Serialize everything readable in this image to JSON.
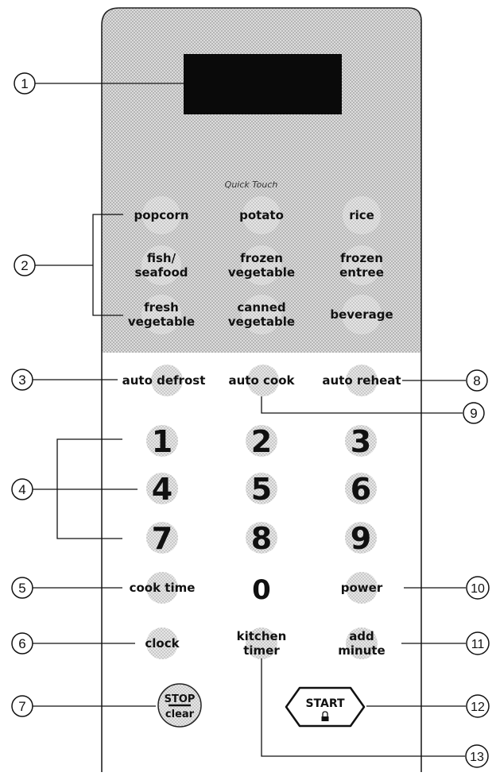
{
  "panel": {
    "quick_touch_label": "Quick Touch",
    "colors": {
      "panel_top": "#d3d3d3",
      "panel_bottom": "#ffffff",
      "display": "#0a0a0a",
      "button": "#d9d9d9",
      "ink": "#111111"
    }
  },
  "quick_touch_buttons": [
    {
      "lines": [
        "popcorn"
      ]
    },
    {
      "lines": [
        "potato"
      ]
    },
    {
      "lines": [
        "rice"
      ]
    },
    {
      "lines": [
        "fish/",
        "seafood"
      ]
    },
    {
      "lines": [
        "frozen",
        "vegetable"
      ]
    },
    {
      "lines": [
        "frozen",
        "entree"
      ]
    },
    {
      "lines": [
        "fresh",
        "vegetable"
      ]
    },
    {
      "lines": [
        "canned",
        "vegetable"
      ]
    },
    {
      "lines": [
        "beverage"
      ]
    }
  ],
  "auto_buttons": [
    {
      "lines": [
        "auto defrost"
      ]
    },
    {
      "lines": [
        "auto cook"
      ]
    },
    {
      "lines": [
        "auto reheat"
      ]
    }
  ],
  "number_pad": [
    "1",
    "2",
    "3",
    "4",
    "5",
    "6",
    "7",
    "8",
    "9",
    "0"
  ],
  "function_buttons": {
    "cook_time": [
      "cook time"
    ],
    "power": [
      "power"
    ],
    "clock": [
      "clock"
    ],
    "kitchen_timer": [
      "kitchen",
      "timer"
    ],
    "add_minute": [
      "add",
      "minute"
    ],
    "stop_clear": [
      "STOP",
      "clear"
    ],
    "start": [
      "START"
    ],
    "start_lock_icon": "lock-icon"
  },
  "callouts": [
    "1",
    "2",
    "3",
    "4",
    "5",
    "6",
    "7",
    "8",
    "9",
    "10",
    "11",
    "12",
    "13"
  ]
}
